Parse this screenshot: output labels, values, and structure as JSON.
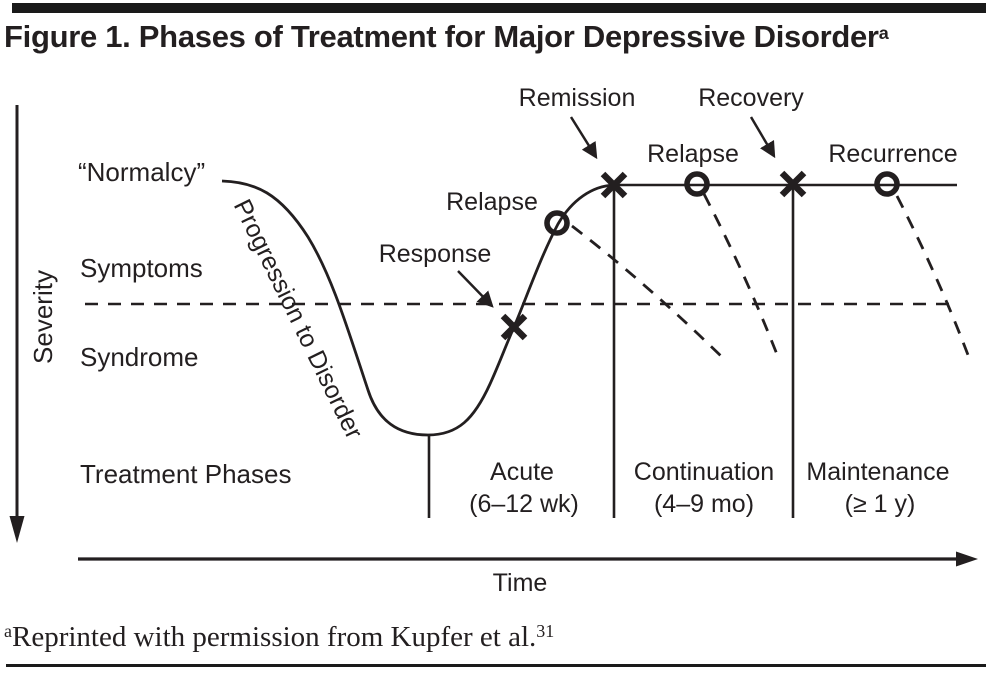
{
  "colors": {
    "ink": "#231f20",
    "rule": "#1a1a1a",
    "background": "#ffffff"
  },
  "header": {
    "title": "Figure 1. Phases of Treatment for Major Depressive Disorder",
    "title_superscript": "a"
  },
  "diagram": {
    "y_axis_label": "Severity",
    "x_axis_label": "Time",
    "severity_levels": {
      "normalcy": "“Normalcy”",
      "symptoms": "Symptoms",
      "syndrome": "Syndrome"
    },
    "curve_annotation": "Progression to Disorder",
    "event_markers": {
      "response": {
        "label": "Response",
        "marker": "x-cross"
      },
      "relapse_acute": {
        "label": "Relapse",
        "marker": "open-circle"
      },
      "remission": {
        "label": "Remission",
        "marker": "x-cross"
      },
      "relapse_continuation": {
        "label": "Relapse",
        "marker": "open-circle"
      },
      "recovery": {
        "label": "Recovery",
        "marker": "x-cross"
      },
      "recurrence": {
        "label": "Recurrence",
        "marker": "open-circle"
      }
    },
    "treatment_phases_heading": "Treatment Phases",
    "phases": [
      {
        "name": "Acute",
        "duration": "(6–12 wk)"
      },
      {
        "name": "Continuation",
        "duration": "(4–9 mo)"
      },
      {
        "name": "Maintenance",
        "duration": "(≥ 1 y)"
      }
    ]
  },
  "footnote": {
    "superscript": "a",
    "text": "Reprinted with permission from Kupfer et al.",
    "citation_superscript": "31"
  }
}
